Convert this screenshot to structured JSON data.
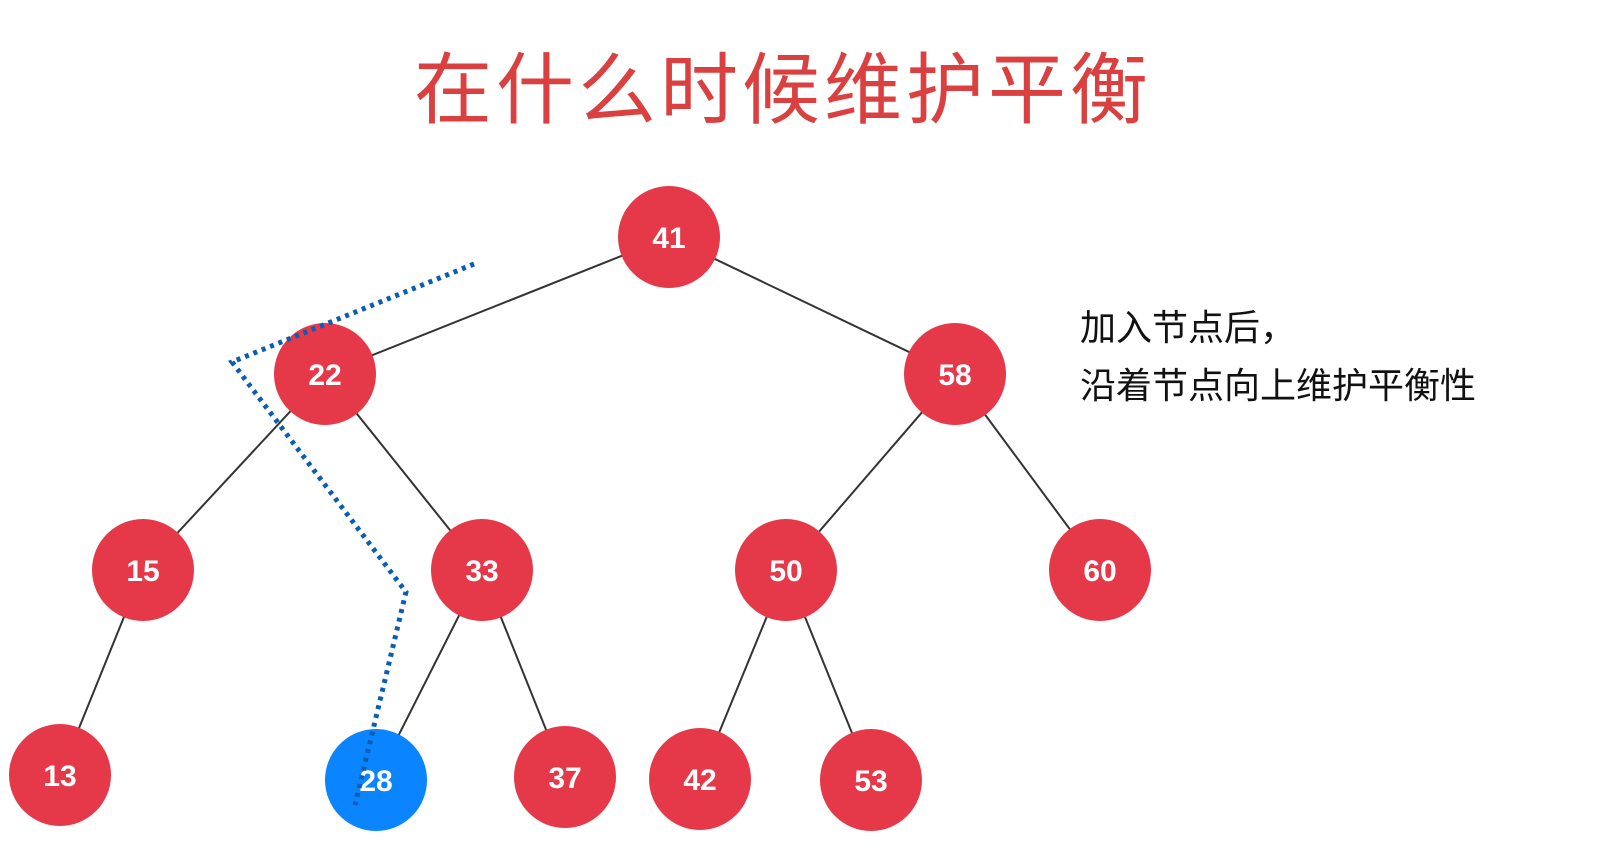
{
  "title": "在什么时候维护平衡",
  "note": [
    "加入节点后，",
    "沿着节点向上维护平衡性"
  ],
  "colors": {
    "node": "#e5394a",
    "new_node": "#0a84ff",
    "path": "#0a5db3",
    "title": "#d9403f",
    "edge": "#333333"
  },
  "tree": {
    "nodes": [
      {
        "id": 41,
        "label": "41",
        "parent": null,
        "new": false
      },
      {
        "id": 22,
        "label": "22",
        "parent": 41,
        "new": false
      },
      {
        "id": 58,
        "label": "58",
        "parent": 41,
        "new": false
      },
      {
        "id": 15,
        "label": "15",
        "parent": 22,
        "new": false
      },
      {
        "id": 33,
        "label": "33",
        "parent": 22,
        "new": false
      },
      {
        "id": 50,
        "label": "50",
        "parent": 58,
        "new": false
      },
      {
        "id": 60,
        "label": "60",
        "parent": 58,
        "new": false
      },
      {
        "id": 13,
        "label": "13",
        "parent": 15,
        "new": false
      },
      {
        "id": 28,
        "label": "28",
        "parent": 33,
        "new": true
      },
      {
        "id": 37,
        "label": "37",
        "parent": 33,
        "new": false
      },
      {
        "id": 42,
        "label": "42",
        "parent": 50,
        "new": false
      },
      {
        "id": 53,
        "label": "53",
        "parent": 50,
        "new": false
      }
    ]
  }
}
